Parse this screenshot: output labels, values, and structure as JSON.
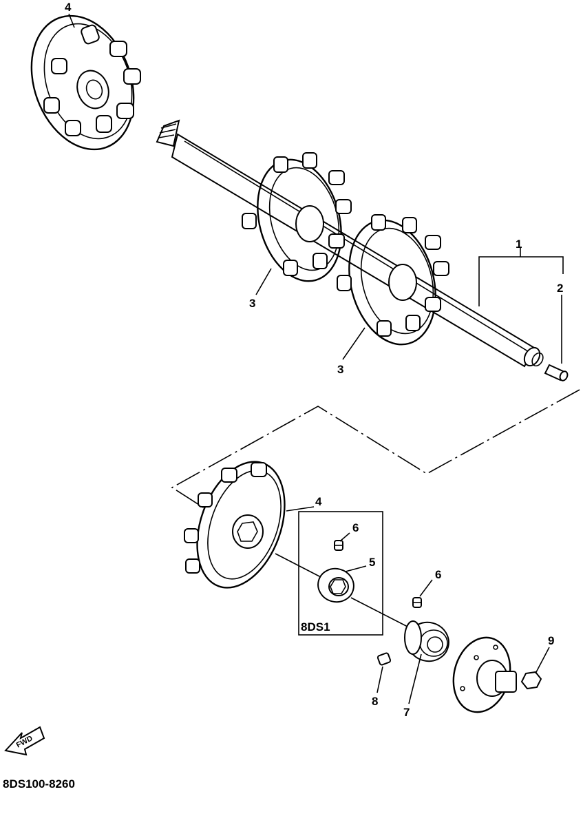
{
  "callouts": {
    "c1": "1",
    "c2": "2",
    "c3a": "3",
    "c3b": "3",
    "c4a": "4",
    "c4b": "4",
    "c5": "5",
    "c6a": "6",
    "c6b": "6",
    "c7": "7",
    "c8": "8",
    "c9": "9"
  },
  "box_label": "8DS1",
  "fwd_label": "FWD",
  "diagram_code": "8DS100-8260"
}
